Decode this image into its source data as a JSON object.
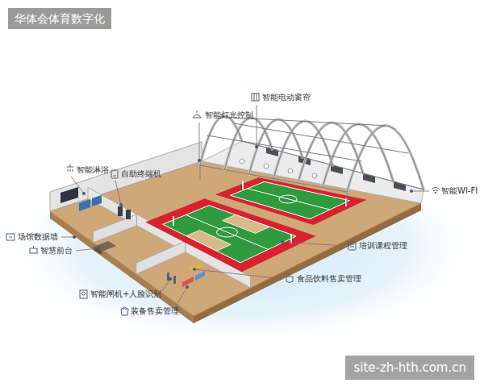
{
  "diagram": {
    "title": "华体会体育数字化",
    "labels": [
      "智能电动窗帘",
      "智能灯光控制",
      "智能淋浴",
      "自助终端机",
      "智能WI-FI",
      "场馆数据墙",
      "智慧前台",
      "培训课程管理",
      "食品饮料售卖管理",
      "智能闸机+人脸识别",
      "装备售卖管理",
      "site-zh-hth.com.cn"
    ]
  }
}
